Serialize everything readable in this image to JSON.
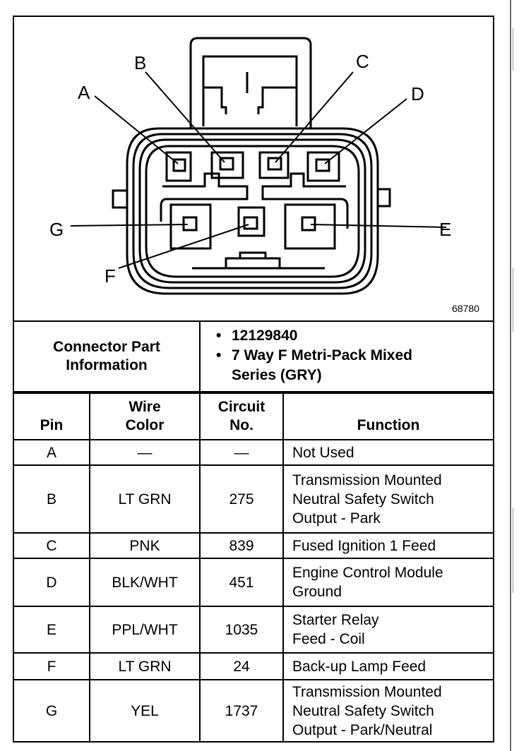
{
  "diagram": {
    "pin_labels": {
      "A": "A",
      "B": "B",
      "C": "C",
      "D": "D",
      "E": "E",
      "F": "F",
      "G": "G"
    },
    "figure_number": "68780"
  },
  "connector_info": {
    "label_line1": "Connector Part",
    "label_line2": "Information",
    "part_number": "12129840",
    "description_line1": "7 Way F Metri-Pack Mixed",
    "description_line2": "Series (GRY)"
  },
  "pin_table": {
    "headers": {
      "pin": "Pin",
      "wire_color_line1": "Wire",
      "wire_color_line2": "Color",
      "circuit_line1": "Circuit",
      "circuit_line2": "No.",
      "function": "Function"
    },
    "rows": [
      {
        "pin": "A",
        "color": "—",
        "circuit": "—",
        "function": [
          "Not Used"
        ]
      },
      {
        "pin": "B",
        "color": "LT GRN",
        "circuit": "275",
        "function": [
          "Transmission Mounted",
          "Neutral Safety Switch",
          "Output - Park"
        ]
      },
      {
        "pin": "C",
        "color": "PNK",
        "circuit": "839",
        "function": [
          "Fused Ignition 1 Feed"
        ]
      },
      {
        "pin": "D",
        "color": "BLK/WHT",
        "circuit": "451",
        "function": [
          "Engine Control Module",
          "Ground"
        ]
      },
      {
        "pin": "E",
        "color": "PPL/WHT",
        "circuit": "1035",
        "function": [
          "Starter Relay",
          "Feed - Coil"
        ]
      },
      {
        "pin": "F",
        "color": "LT GRN",
        "circuit": "24",
        "function": [
          "Back-up Lamp Feed"
        ]
      },
      {
        "pin": "G",
        "color": "YEL",
        "circuit": "1737",
        "function": [
          "Transmission Mounted",
          "Neutral Safety Switch",
          "Output - Park/Neutral"
        ]
      }
    ]
  }
}
